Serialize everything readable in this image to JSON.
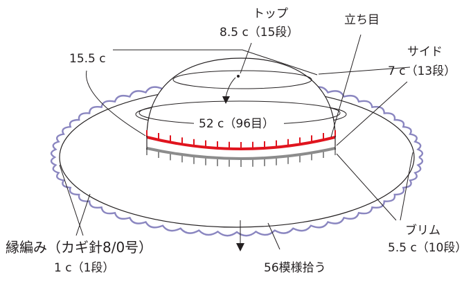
{
  "labels": {
    "top_title": "トップ",
    "top_size": "8.5 c（15段）",
    "tachime": "立ち目",
    "side_title": "サイド",
    "side_size": "7 c（13段）",
    "top_radius": "15.5 c",
    "circumference": "52 c（96目）",
    "brim_title": "ブリム",
    "brim_size": "5.5 c（10段）",
    "edging_title": "縁編み（カギ針8/0号）",
    "edging_size": "1 c（1段）",
    "pickup": "56模様拾う"
  },
  "colors": {
    "outline": "#231f20",
    "edging": "#8a86c0",
    "tachime_stitches": "#e0141e",
    "pickup_stitches": "#8c8c8c",
    "background": "#ffffff"
  },
  "icons": {
    "spiral_arrow": "spiral-arrow-icon",
    "down_arrow": "down-arrow-icon"
  }
}
